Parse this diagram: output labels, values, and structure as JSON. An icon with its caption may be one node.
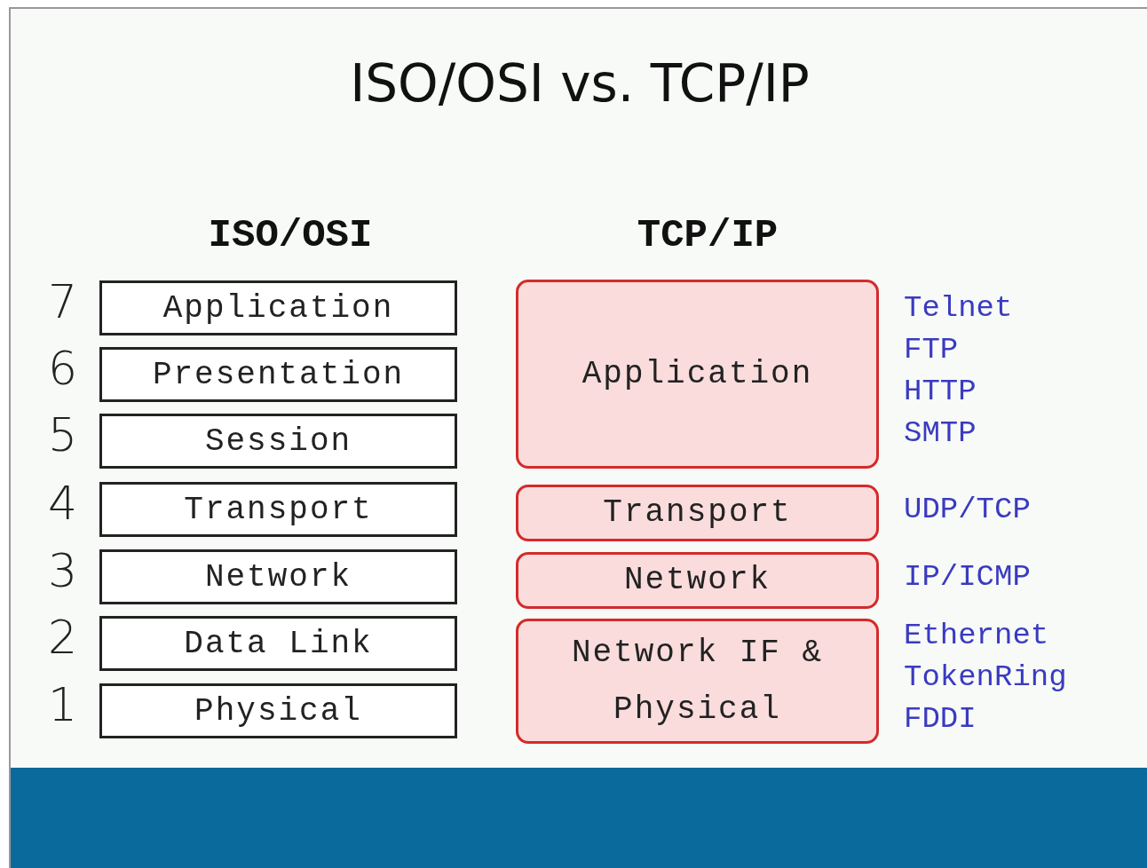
{
  "diagram": {
    "title": "ISO/OSI vs. TCP/IP",
    "nodes": [
      {
        "text": [
          "Application"
        ],
        "beside": [
          "7"
        ]
      },
      {
        "text": [
          "Presentation"
        ],
        "beside": [
          "6"
        ]
      },
      {
        "text": [
          "Session"
        ],
        "beside": [
          "5"
        ]
      },
      {
        "text": [
          "Transport"
        ],
        "beside": [
          "4"
        ]
      },
      {
        "text": [
          "Network"
        ],
        "beside": [
          "3"
        ]
      },
      {
        "text": [
          "Data Link"
        ],
        "beside": [
          "2"
        ]
      },
      {
        "text": [
          "Physical"
        ],
        "beside": [
          "1"
        ]
      },
      {
        "text": [
          "Application"
        ],
        "beside": [
          "Telnet",
          "FTP",
          "HTTP",
          "SMTP"
        ]
      },
      {
        "text": [
          "Transport"
        ],
        "beside": [
          "UDP/TCP"
        ]
      },
      {
        "text": [
          "Network"
        ],
        "beside": [
          "IP/ICMP"
        ]
      },
      {
        "text": [
          "Network IF & Physical"
        ],
        "beside": [
          "Ethernet",
          "TokenRing",
          "FDDI"
        ]
      }
    ],
    "edges": [],
    "labels": [
      "ISO/OSI",
      "TCP/IP"
    ]
  }
}
